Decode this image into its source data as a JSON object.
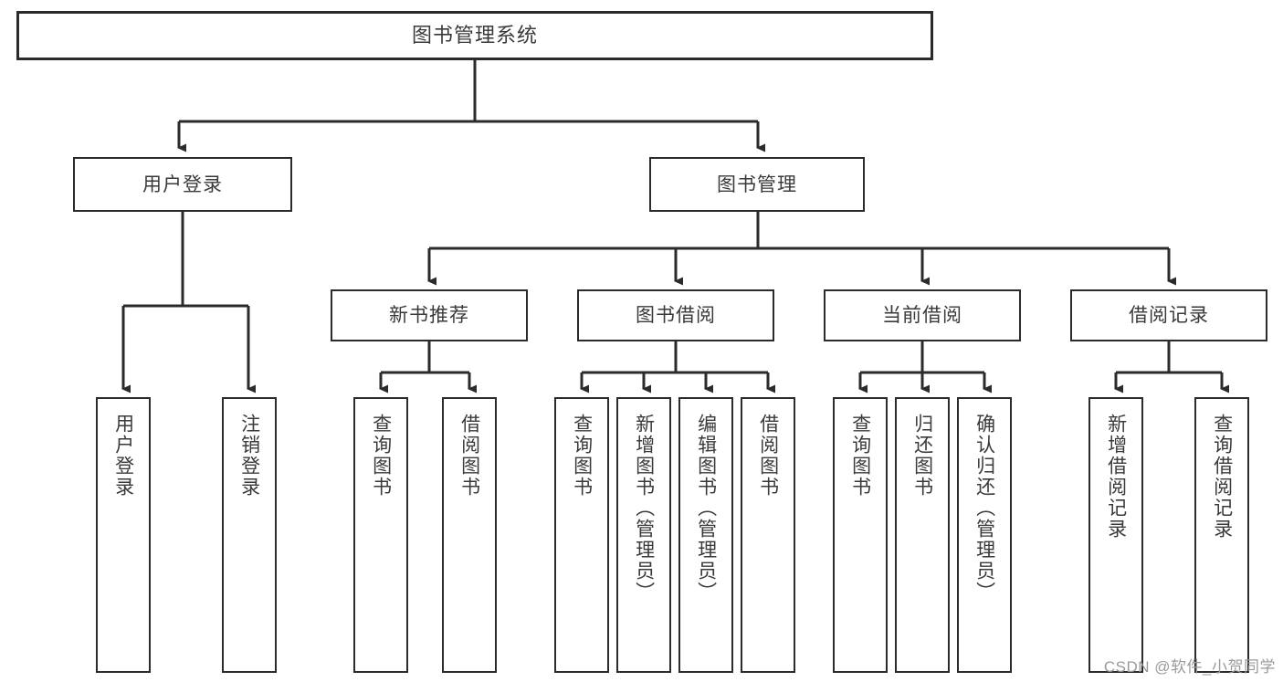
{
  "diagram": {
    "title": "图书管理系统",
    "root": {
      "label": "图书管理系统"
    },
    "level2": [
      {
        "label": "用户登录"
      },
      {
        "label": "图书管理"
      }
    ],
    "level3": [
      {
        "label": "新书推荐"
      },
      {
        "label": "图书借阅"
      },
      {
        "label": "当前借阅"
      },
      {
        "label": "借阅记录"
      }
    ],
    "leaves": {
      "user_login": [
        {
          "label": "用户登录"
        },
        {
          "label": "注销登录"
        }
      ],
      "new_book_recommend": [
        {
          "label": "查询图书"
        },
        {
          "label": "借阅图书"
        }
      ],
      "book_borrow": [
        {
          "label": "查询图书"
        },
        {
          "label": "新增图书（管理员）"
        },
        {
          "label": "编辑图书（管理员）"
        },
        {
          "label": "借阅图书"
        }
      ],
      "current_borrow": [
        {
          "label": "查询图书"
        },
        {
          "label": "归还图书"
        },
        {
          "label": "确认归还（管理员）"
        }
      ],
      "borrow_record": [
        {
          "label": "新增借阅记录"
        },
        {
          "label": "查询借阅记录"
        }
      ]
    }
  },
  "watermark": {
    "text": "CSDN @软件_小贺同学"
  },
  "colors": {
    "stroke": "#2b2b2b",
    "text": "#3a3a3a",
    "background": "#ffffff",
    "watermark": "#9a9a9a"
  }
}
